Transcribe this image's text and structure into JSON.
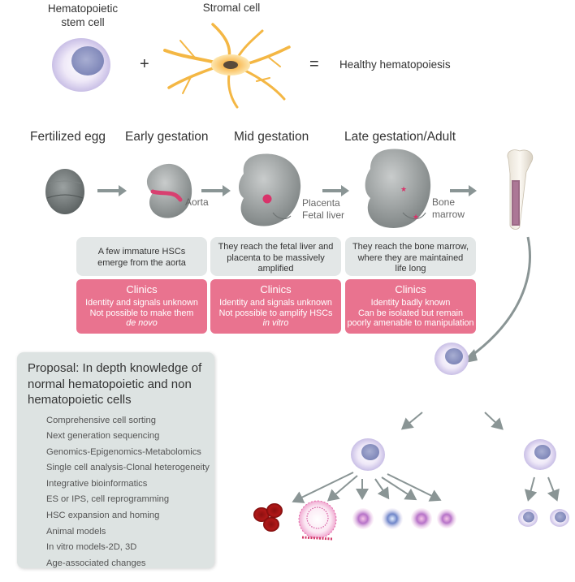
{
  "top": {
    "hsc_label_line1": "Hematopoietic",
    "hsc_label_line2": "stem cell",
    "stromal_label": "Stromal cell",
    "plus": "+",
    "equals": "=",
    "result": "Healthy hematopoiesis"
  },
  "stages": [
    {
      "label": "Fertilized egg"
    },
    {
      "label": "Early gestation"
    },
    {
      "label": "Mid gestation"
    },
    {
      "label": "Late gestation/Adult"
    }
  ],
  "side_labels": {
    "aorta": "Aorta",
    "placenta": "Placenta",
    "fetal_liver": "Fetal liver",
    "bone": "Bone",
    "marrow": "marrow"
  },
  "descriptions": [
    {
      "line1": "A few immature HSCs",
      "line2": "emerge from the aorta",
      "line3": ""
    },
    {
      "line1": "They reach the fetal liver and",
      "line2": "placenta to be massively",
      "line3": "amplified"
    },
    {
      "line1": "They reach the bone marrow,",
      "line2": "where they are maintained",
      "line3": "life long"
    }
  ],
  "clinics": [
    {
      "title": "Clinics",
      "line1": "Identity and signals unknown",
      "line2": "Not possible to make them",
      "line3": "de novo"
    },
    {
      "title": "Clinics",
      "line1": "Identity and signals unknown",
      "line2": "Not possible to amplify HSCs",
      "line3": "in vitro"
    },
    {
      "title": "Clinics",
      "line1": "Identity badly known",
      "line2": "Can be isolated but remain",
      "line3": "poorly amenable to manipulation"
    }
  ],
  "proposal": {
    "title_line1": "Proposal: In depth knowledge of",
    "title_line2": "normal hematopoietic and non",
    "title_line3": "hematopoietic cells",
    "items": [
      "Comprehensive cell sorting",
      "Next generation sequencing",
      "Genomics-Epigenomics-Metabolomics",
      "Single cell analysis-Clonal heterogeneity",
      "Integrative bioinformatics",
      "ES or IPS, cell reprogramming",
      "HSC expansion and homing",
      "Animal models",
      "In vitro models-2D, 3D",
      "Age-associated changes"
    ]
  },
  "colors": {
    "pink": "#e9738f",
    "grey_box": "#e3e7e7",
    "proposal_box": "#dde3e2",
    "arrow": "#8a9595",
    "cell_lilac": "#cfc6ea",
    "stromal_orange": "#f4b040"
  }
}
